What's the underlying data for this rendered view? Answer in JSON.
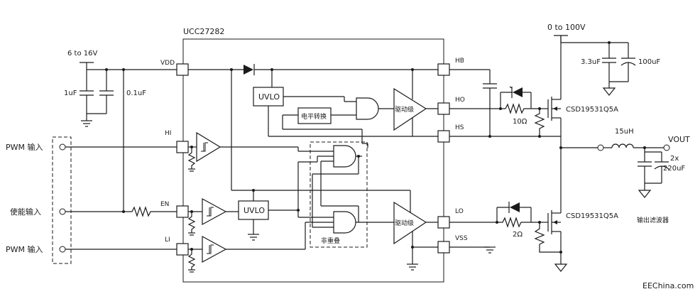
{
  "ic": {
    "name": "UCC27282"
  },
  "supply": {
    "vdd_range": "6 to 16V",
    "vin_range": "0 to 100V"
  },
  "pins": {
    "vdd": "VDD",
    "hi": "HI",
    "en": "EN",
    "li": "LI",
    "hb": "HB",
    "ho": "HO",
    "hs": "HS",
    "lo": "LO",
    "vss": "VSS"
  },
  "inputs": {
    "pwm_high": "PWM 输入",
    "enable": "使能输入",
    "pwm_low": "PWM 输入"
  },
  "blocks": {
    "uvlo_high": "UVLO",
    "uvlo_low": "UVLO",
    "level_shift": "电平转换",
    "driver_high": "驱动级",
    "driver_low": "驱动级",
    "non_overlap": "非重叠"
  },
  "components": {
    "cap_1u": "1uF",
    "cap_01u": "0.1uF",
    "cap_33u": "3.3uF",
    "cap_100u": "100uF",
    "res_10": "10Ω",
    "res_2": "2Ω",
    "mosfet_high": "CSD19531Q5A",
    "mosfet_low": "CSD19531Q5A",
    "inductor": "15uH",
    "cap_out": "2x\n220uF"
  },
  "output": {
    "label": "VOUT",
    "filter": "输出滤波器"
  },
  "watermark": "EEChina.com"
}
